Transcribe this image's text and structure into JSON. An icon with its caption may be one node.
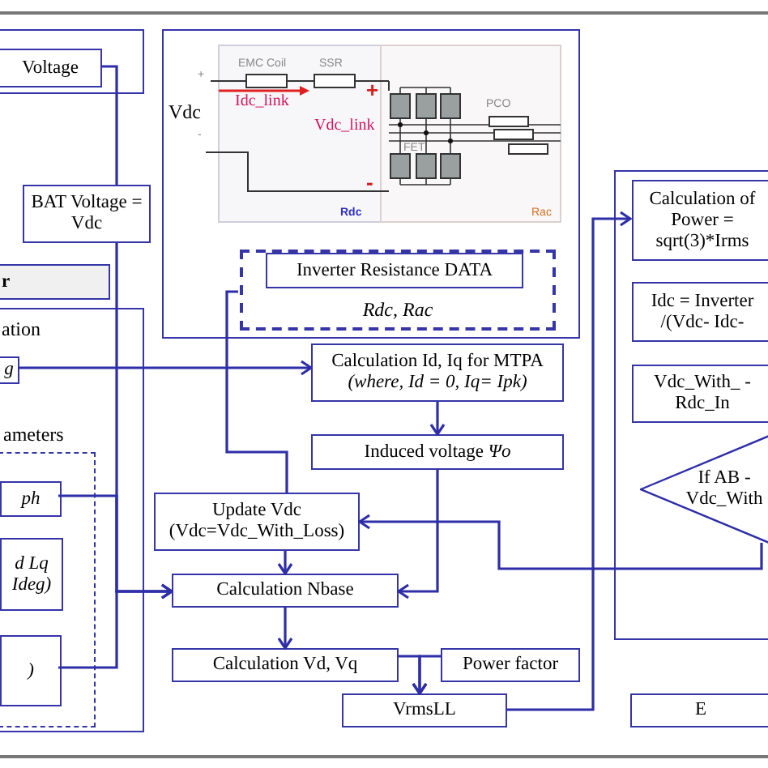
{
  "diagram": {
    "nodes": [
      {
        "text": [],
        "shape": "box"
      },
      {
        "text": [
          "Voltage"
        ],
        "in": 0
      },
      {
        "text": [
          "BAT Voltage = Vdc"
        ]
      },
      {
        "text": [
          "r"
        ]
      },
      {
        "text": [
          "ation"
        ]
      },
      {
        "text": [
          "g"
        ],
        "in": 4
      },
      {
        "text": [
          "ameters"
        ],
        "in": 4
      },
      {
        "text": [
          "ph"
        ],
        "in": 6
      },
      {
        "text": [
          "d Lq Ideg)"
        ],
        "in": 6
      },
      {
        "text": [
          ")"
        ],
        "in": 6
      },
      {
        "text": [],
        "shape": "box"
      },
      {
        "text": [
          "Rdc, Rac"
        ],
        "in": 10
      },
      {
        "text": [
          "Inverter Resistance DATA"
        ],
        "in": 11
      },
      {
        "text": [
          "Calculation Id, Iq for MTPA",
          "(where, Id = 0, Iq= Ipk)"
        ]
      },
      {
        "text": [
          "Induced voltage *Ψo*"
        ]
      },
      {
        "text": [
          "Update Vdc (Vdc=Vdc_With_Loss)"
        ]
      },
      {
        "text": [
          "Calculation Nbase"
        ]
      },
      {
        "text": [
          "Calculation Vd, Vq"
        ]
      },
      {
        "text": [
          "Power factor"
        ]
      },
      {
        "text": [
          "VrmsLL"
        ]
      },
      {
        "text": [],
        "shape": "box"
      },
      {
        "text": [
          "Calculation of Power = sqrt(3)*Irms"
        ],
        "in": 20
      },
      {
        "text": [
          "Idc = Inverter /(Vdc- Idc-"
        ],
        "in": 20
      },
      {
        "text": [
          "Vdc_With_ -Rdc_In"
        ],
        "in": 20
      },
      {
        "text": [
          "If AB -Vdc_With"
        ],
        "in": 20
      },
      {
        "text": [
          "E"
        ]
      }
    ],
    "edges": [
      {
        "from": 1,
        "to": 2,
        "arrow": "none"
      },
      {
        "from": 2,
        "to": 16,
        "arrow": "to"
      },
      {
        "from": 7,
        "to": 16,
        "arrow": "to"
      },
      {
        "from": 9,
        "to": 16,
        "arrow": "to"
      },
      {
        "from": 5,
        "to": 13,
        "arrow": "to"
      },
      {
        "from": 11,
        "to": 15,
        "arrow": "none"
      },
      {
        "from": 13,
        "to": 14,
        "arrow": "to"
      },
      {
        "from": 14,
        "to": 16,
        "arrow": "to"
      },
      {
        "from": 24,
        "to": 15,
        "arrow": "to"
      },
      {
        "from": 15,
        "to": 16,
        "arrow": "to"
      },
      {
        "from": 16,
        "to": 17,
        "arrow": "to"
      },
      {
        "from": 17,
        "to": 19,
        "arrow": "to"
      },
      {
        "from": 18,
        "to": 19,
        "arrow": "to"
      },
      {
        "from": 19,
        "to": 21,
        "arrow": "to"
      }
    ],
    "labels": [
      "EMC Coil",
      "SSR",
      "PCO",
      "+",
      "+",
      "Vdc",
      "Idc_link",
      "Vdc_link",
      "FET",
      "-",
      "-",
      "Rdc",
      "Rac"
    ]
  }
}
